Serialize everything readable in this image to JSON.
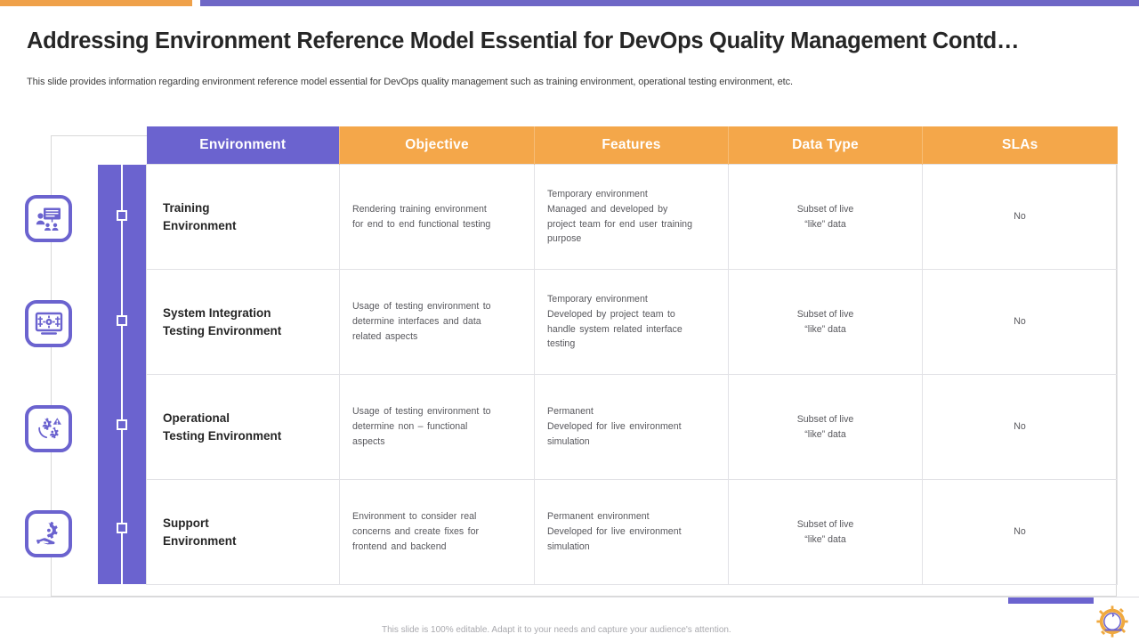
{
  "theme": {
    "purple": "#6b63cf",
    "orange": "#f4a74a",
    "header_orange": "#f4a74a",
    "border_gray": "#e2e2e6",
    "title_color": "#262626",
    "body_text": "#58585d"
  },
  "header": {
    "title": "Addressing Environment Reference Model Essential for DevOps Quality Management Contd…",
    "subtitle": "This slide provides information regarding environment reference model essential for DevOps quality management such as training environment, operational testing environment, etc."
  },
  "table": {
    "columns": [
      {
        "label": "Environment",
        "style": "purple"
      },
      {
        "label": "Objective",
        "style": "orange"
      },
      {
        "label": "Features",
        "style": "orange"
      },
      {
        "label": "Data Type",
        "style": "orange"
      },
      {
        "label": "SLAs",
        "style": "orange"
      }
    ],
    "rows": [
      {
        "icon": "training-presentation-icon",
        "environment": {
          "line1": "Training",
          "line2": "Environment"
        },
        "objective": [
          "Rendering  training environment",
          "for  end to end functional testing"
        ],
        "features": [
          "Temporary  environment",
          "Managed  and developed  by",
          "project team for end user training",
          "purpose"
        ],
        "data_type": [
          "Subset of live",
          "“like” data"
        ],
        "slas": "No"
      },
      {
        "icon": "system-integration-monitor-icon",
        "environment": {
          "line1": "System Integration",
          "line2": "Testing Environment"
        },
        "objective": [
          "Usage  of testing environment  to",
          "determine  interfaces  and data",
          "related aspects"
        ],
        "features": [
          "Temporary  environment",
          "Developed  by project team to",
          "handle  system related interface",
          "testing"
        ],
        "data_type": [
          "Subset of live",
          "“like” data"
        ],
        "slas": "No"
      },
      {
        "icon": "operational-gears-warning-icon",
        "environment": {
          "line1": "Operational",
          "line2": "Testing Environment"
        },
        "objective": [
          "Usage  of testing environment  to",
          "determine  non – functional",
          "aspects"
        ],
        "features": [
          "Permanent",
          "Developed  for live  environment",
          "simulation"
        ],
        "data_type": [
          "Subset of live",
          "“like” data"
        ],
        "slas": "No"
      },
      {
        "icon": "support-hand-gear-icon",
        "environment": {
          "line1": "Support",
          "line2": "Environment"
        },
        "objective": [
          "Environment  to consider real",
          "concerns  and create fixes for",
          "frontend  and backend"
        ],
        "features": [
          "Permanent environment",
          "Developed  for live  environment",
          "simulation"
        ],
        "data_type": [
          "Subset of live",
          "“like” data"
        ],
        "slas": "No"
      }
    ]
  },
  "footer": {
    "note": "This slide is 100% editable. Adapt it to your needs and capture your audience's attention."
  }
}
